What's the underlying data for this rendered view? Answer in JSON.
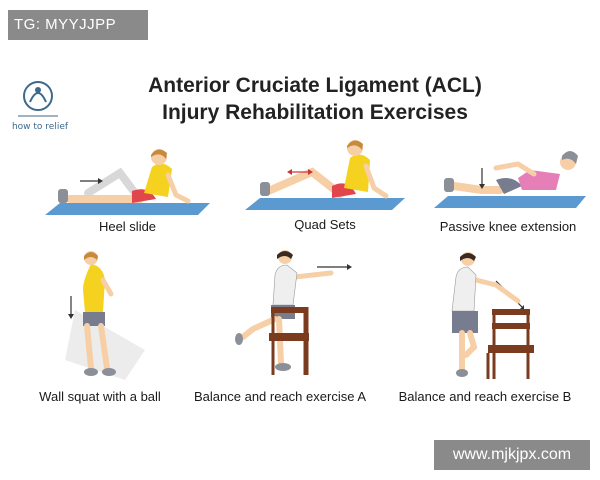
{
  "watermark_top": "TG: MYYJJPP",
  "watermark_bottom": "www.mjkjpx.com",
  "logo_text": "how to relief",
  "title_line1": "Anterior Cruciate Ligament (ACL)",
  "title_line2": "Injury Rehabilitation Exercises",
  "exercises": [
    {
      "label": "Heel slide"
    },
    {
      "label": "Quad Sets"
    },
    {
      "label": "Passive knee extension"
    },
    {
      "label": "Wall squat with a ball"
    },
    {
      "label": "Balance and reach exercise A"
    },
    {
      "label": "Balance and reach exercise B"
    }
  ],
  "colors": {
    "mat": "#5b9ad1",
    "shirt_yellow": "#f4d21f",
    "shorts_red": "#e2464d",
    "shirt_pink": "#e67fb8",
    "shirt_white": "#efefef",
    "shorts_gray": "#777c8f",
    "chair": "#7a3b1f",
    "skin": "#f7cfa6",
    "hair": "#c68a3c",
    "hair_dark": "#3a2b22",
    "watermark_bg": "#8a8a8a"
  }
}
